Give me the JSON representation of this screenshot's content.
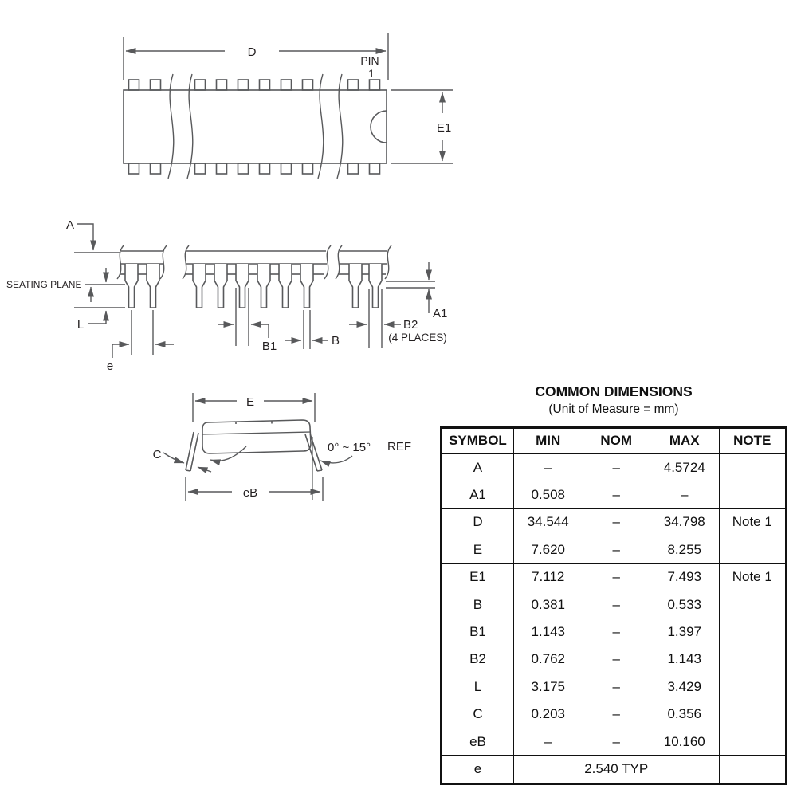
{
  "panel": {
    "title": "COMMON DIMENSIONS",
    "subtitle": "(Unit of Measure = mm)",
    "table": {
      "headers": [
        "SYMBOL",
        "MIN",
        "NOM",
        "MAX",
        "NOTE"
      ],
      "rows": [
        {
          "symbol": "A",
          "min": "–",
          "nom": "–",
          "max": "4.5724",
          "note": ""
        },
        {
          "symbol": "A1",
          "min": "0.508",
          "nom": "–",
          "max": "–",
          "note": ""
        },
        {
          "symbol": "D",
          "min": "34.544",
          "nom": "–",
          "max": "34.798",
          "note": "Note 1"
        },
        {
          "symbol": "E",
          "min": "7.620",
          "nom": "–",
          "max": "8.255",
          "note": ""
        },
        {
          "symbol": "E1",
          "min": "7.112",
          "nom": "–",
          "max": "7.493",
          "note": "Note 1"
        },
        {
          "symbol": "B",
          "min": "0.381",
          "nom": "–",
          "max": "0.533",
          "note": ""
        },
        {
          "symbol": "B1",
          "min": "1.143",
          "nom": "–",
          "max": "1.397",
          "note": ""
        },
        {
          "symbol": "B2",
          "min": "0.762",
          "nom": "–",
          "max": "1.143",
          "note": ""
        },
        {
          "symbol": "L",
          "min": "3.175",
          "nom": "–",
          "max": "3.429",
          "note": ""
        },
        {
          "symbol": "C",
          "min": "0.203",
          "nom": "–",
          "max": "0.356",
          "note": ""
        },
        {
          "symbol": "eB",
          "min": "–",
          "nom": "–",
          "max": "10.160",
          "note": ""
        },
        {
          "symbol": "e",
          "span": "2.540 TYP",
          "note": ""
        }
      ]
    }
  },
  "drawing": {
    "top_view": {
      "d": "D",
      "pin": "PIN",
      "pin_number": "1",
      "e1": "E1"
    },
    "side_view": {
      "a": "A",
      "seating_plane": "SEATING PLANE",
      "l": "L",
      "e": "e",
      "b1": "B1",
      "b": "B",
      "b2": "B2",
      "b2_places": "(4 PLACES)",
      "a1": "A1"
    },
    "end_view": {
      "e": "E",
      "c": "C",
      "angle": "0° ~ 15°",
      "ref": "REF",
      "eb": "eB"
    }
  },
  "colors": {
    "line": "#58595b",
    "text": "#231f20",
    "table_border": "#111111",
    "background": "#ffffff"
  }
}
